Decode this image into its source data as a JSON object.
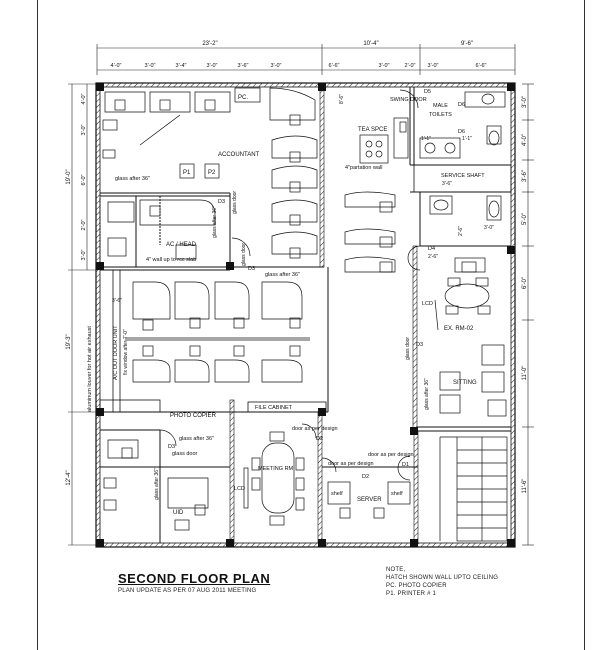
{
  "drawing": {
    "title": "SECOND FLOOR PLAN",
    "subtitle": "PLAN UPDATE AS PER 07 AUG 2011 MEETING"
  },
  "notes": {
    "heading": "NOTE,",
    "lines": [
      "HATCH SHOWN WALL UPTO CEILING",
      "PC.   PHOTO COPIER",
      "P1.     PRINTER # 1"
    ]
  },
  "dimensions": {
    "top_overall": [
      "23'-2\"",
      "10'-4\"",
      "9'-6\""
    ],
    "top_detail": [
      "4'-0\"",
      "3'-0\"",
      "3'-4\"",
      "3'-0\"",
      "3'-6\"",
      "3'-0\"",
      "6'-6\"",
      "3'-0\"",
      "2'-0\"",
      "3'-0\"",
      "6'-6\""
    ],
    "left_overall": [
      "19'-0\"",
      "19'-3\"",
      "12'-4\""
    ],
    "left_detail": [
      "4'-0\"",
      "3'-0\"",
      "6'-0\"",
      "2'-0\"",
      "3'-0\""
    ],
    "right": [
      "3'-0\"",
      "4'-0\"",
      "3'-6\"",
      "5'-0\"",
      "6'-0\"",
      "11'-0\"",
      "11'-6\""
    ]
  },
  "labels": {
    "pc": "PC.",
    "accountant": "ACCOUNTANT",
    "p1": "P1",
    "p2": "P2",
    "glass_after_36_a": "glass after 36\"",
    "glass_door_a": "glass door",
    "d3_a": "D3",
    "ac_head": "AC / HEAD",
    "wall_rcc": "4\" wall up to rcc slab",
    "glass_door_b": "glass door",
    "d3_b": "D3",
    "glass_after_36_b": "glass after 36\"",
    "glass_after_36_c": "glass after 36\"",
    "tea_space": "TEA SPCE",
    "partition": "4\"partation wall",
    "swing_door": "SWING DOOR",
    "d5": "D5",
    "male_toilets": "MALE\nTOILETS",
    "d6_a": "D6",
    "d6_b": "D6",
    "service_shaft": "SERVICE SHAFT",
    "d4": "D4",
    "lcd_a": "LCD",
    "ex_rm": "EX. RM-02",
    "glass_door_c": "glass door",
    "d3_c": "D3",
    "sitting": "SITTING",
    "glass_after_36_d": "glass after 36\"",
    "aluminum_louver": "aluminum louver for hot air exhaust",
    "ac_out_door": "A/C OUT DOOR UNIT",
    "fix_window": "fix window after 7'-0\"",
    "photo_copier": "PHOTO COPIER",
    "file_cabinet": "FILE CABINET",
    "glass_after_36_e": "glass after 36\"",
    "glass_door_d": "glass door",
    "d3_d": "D3",
    "glass_after_36_f": "glass after 36\"",
    "lcd_b": "LCD",
    "uid": "UID",
    "door_design_a": "door as per design",
    "d2_a": "D2",
    "meeting_rm": "MEETING RM",
    "door_design_b": "door as per design",
    "d2_b": "D2",
    "door_design_c": "door as per design",
    "d1": "D1",
    "server": "SERVER",
    "shelf_a": "shelf",
    "shelf_b": "shelf",
    "dim_8_6": "8'-6\"",
    "dim_1_1_a": "1'-1\"",
    "dim_1_1_b": "1'-1\"",
    "dim_3_6": "3'-6\"",
    "dim_3_0": "3'-0\"",
    "dim_2_6": "2'-6\"",
    "dim_2_6_b": "2'-6\"",
    "dim_3_6_b": "3'-6\""
  }
}
